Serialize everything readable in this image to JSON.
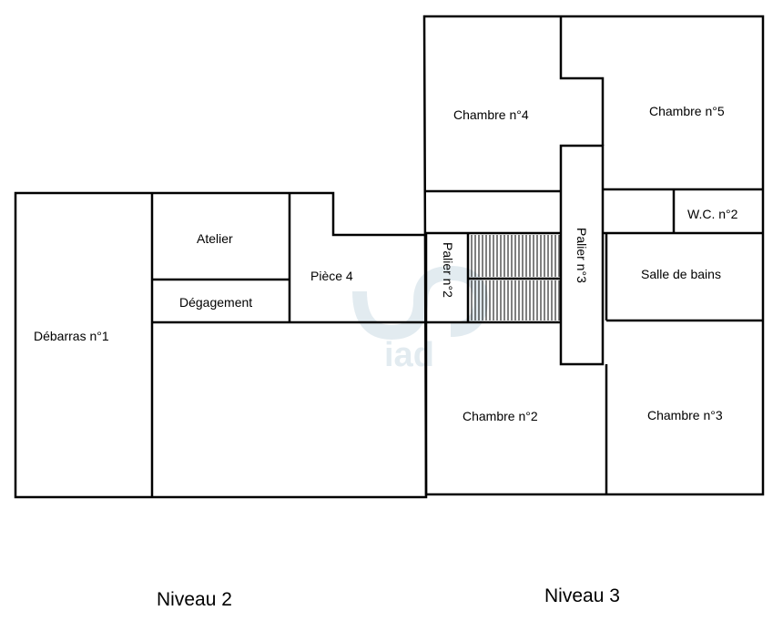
{
  "watermark": {
    "logo_text": "iad"
  },
  "rooms": {
    "debarras_1": "Débarras n°1",
    "atelier": "Atelier",
    "degagement": "Dégagement",
    "piece_4": "Pièce 4",
    "palier_2": "Palier n°2",
    "palier_3": "Palier n°3",
    "chambre_4": "Chambre n°4",
    "chambre_5": "Chambre n°5",
    "wc_2": "W.C. n°2",
    "salle_de_bains": "Salle de bains",
    "chambre_2": "Chambre n°2",
    "chambre_3": "Chambre n°3"
  },
  "levels": {
    "niveau_2": "Niveau 2",
    "niveau_3": "Niveau 3"
  }
}
